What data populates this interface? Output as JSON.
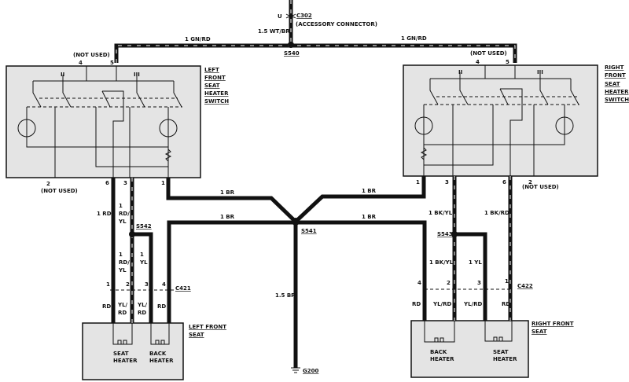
{
  "top": {
    "u_label": "U",
    "connector": "C302",
    "connector_desc": "(ACCESSORY CONNECTOR)",
    "wire": "1.5 WT/BR",
    "splice": "S540",
    "wire_left": "1 GN/RD",
    "wire_right": "1 GN/RD"
  },
  "left_switch": {
    "title": [
      "LEFT",
      "FRONT",
      "SEAT",
      "HEATER",
      "SWITCH"
    ],
    "pin4": "4",
    "pin5": "5",
    "pin2": "2",
    "pin6": "6",
    "pin3": "3",
    "pin1": "1",
    "not_used_top": "(NOT USED)",
    "not_used_bottom": "(NOT USED)",
    "pos_a": "II",
    "pos_b": "III"
  },
  "right_switch": {
    "title": [
      "RIGHT",
      "FRONT",
      "SEAT",
      "HEATER",
      "SWITCH"
    ],
    "pin4": "4",
    "pin5": "5",
    "pin2": "2",
    "pin6": "6",
    "pin3": "3",
    "pin1": "1",
    "not_used_top": "(NOT USED)",
    "not_used_bottom": "(NOT USED)",
    "pos_a": "II",
    "pos_b": "III"
  },
  "ground": {
    "upper_left": "1 BR",
    "upper_right": "1 BR",
    "lower_left": "1 BR",
    "lower_right": "1 BR",
    "splice": "S541",
    "main": "1.5 BR",
    "ground": "G200"
  },
  "left_seat": {
    "wire_rd": "1 RD",
    "wire_rdyl_top": [
      "1",
      "RD/",
      "YL"
    ],
    "splice": "S542",
    "wire_rdyl_bottom": [
      "1",
      "RD/",
      "YL"
    ],
    "wire_yl": [
      "1",
      "YL"
    ],
    "pins": [
      "1",
      "2",
      "3",
      "4"
    ],
    "connector": "C421",
    "seat_side": [
      [
        "RD"
      ],
      [
        "YL/",
        "RD"
      ],
      [
        "YL/",
        "RD"
      ],
      [
        "RD"
      ]
    ],
    "title": [
      "LEFT FRONT",
      "SEAT"
    ],
    "heater1": [
      "SEAT",
      "HEATER"
    ],
    "heater2": [
      "BACK",
      "HEATER"
    ]
  },
  "right_seat": {
    "wire_bkyl_top": "1 BK/YL",
    "wire_bkrd": "1 BK/RD",
    "splice": "S543",
    "wire_bkyl_bottom": "1 BK/YL",
    "wire_yl": "1 YL",
    "pins": [
      "4",
      "2",
      "3",
      "1"
    ],
    "connector": "C422",
    "seat_side": [
      "RD",
      "YL/RD",
      "YL/RD",
      "RD"
    ],
    "title": [
      "RIGHT FRONT",
      "SEAT"
    ],
    "heater1": [
      "BACK",
      "HEATER"
    ],
    "heater2": [
      "SEAT",
      "HEATER"
    ]
  }
}
